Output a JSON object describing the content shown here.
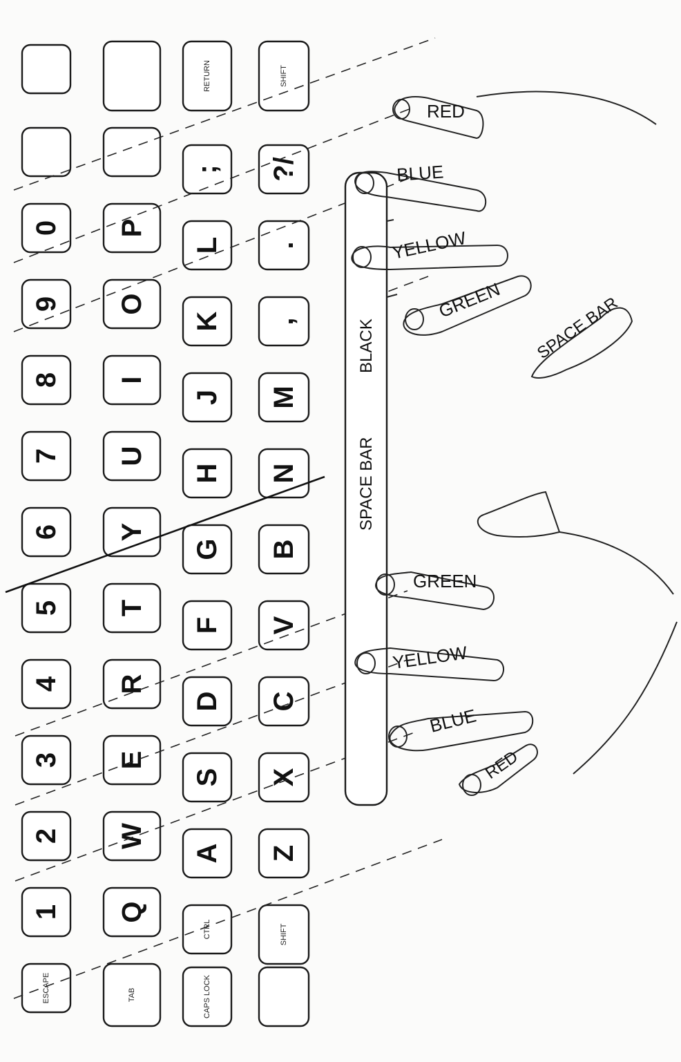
{
  "keyboard": {
    "rows": [
      [
        "ESCAPE",
        "1",
        "2",
        "3",
        "4",
        "5",
        "6",
        "7",
        "8",
        "9",
        "0",
        "",
        ""
      ],
      [
        "TAB",
        "Q",
        "W",
        "E",
        "R",
        "T",
        "Y",
        "U",
        "I",
        "O",
        "P",
        "",
        ""
      ],
      [
        "CAPS LOCK",
        "CTRL",
        "A",
        "S",
        "D",
        "F",
        "G",
        "H",
        "J",
        "K",
        "L",
        ";",
        "RETURN"
      ],
      [
        "",
        "SHIFT",
        "Z",
        "X",
        "C",
        "V",
        "B",
        "N",
        "M",
        ",",
        ".",
        "?/",
        "SHIFT"
      ]
    ],
    "space_bar_label": "SPACE BAR",
    "space_bar_color": "BLACK"
  },
  "fingers": {
    "left": [
      "RED",
      "BLUE",
      "YELLOW",
      "GREEN"
    ],
    "right": [
      "GREEN",
      "YELLOW",
      "BLUE",
      "RED"
    ],
    "thumb": "SPACE BAR"
  }
}
